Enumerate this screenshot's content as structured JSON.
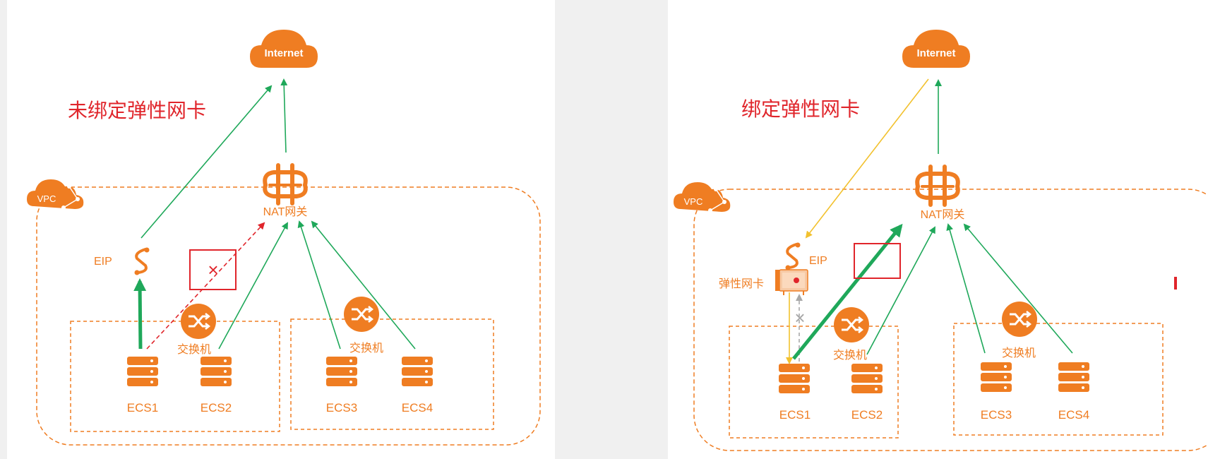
{
  "colors": {
    "orange": "#ef7d22",
    "green": "#1fa85a",
    "red": "#e0252b",
    "yellow": "#f2c12e",
    "grey": "#a8a8a8",
    "title_red": "#e0252b"
  },
  "left": {
    "title": "未绑定弹性网卡",
    "internet": "Internet",
    "vpc": "VPC",
    "nat": "NAT网关",
    "eip": "EIP",
    "switch_a": "交换机",
    "switch_b": "交换机",
    "ecs1": "ECS1",
    "ecs2": "ECS2",
    "ecs3": "ECS3",
    "ecs4": "ECS4",
    "blocked_mark": "×"
  },
  "right": {
    "title": "绑定弹性网卡",
    "internet": "Internet",
    "vpc": "VPC",
    "nat": "NAT网关",
    "eip": "EIP",
    "eni": "弹性网卡",
    "switch_a": "交换机",
    "switch_b": "交换机",
    "ecs1": "ECS1",
    "ecs2": "ECS2",
    "ecs3": "ECS3",
    "ecs4": "ECS4",
    "blocked_mark": "×"
  },
  "icons": {
    "cloud": "cloud-icon",
    "nat": "nat-gateway-icon",
    "eip": "eip-icon",
    "switch": "switch-icon",
    "server": "server-icon",
    "eni": "network-card-icon"
  }
}
